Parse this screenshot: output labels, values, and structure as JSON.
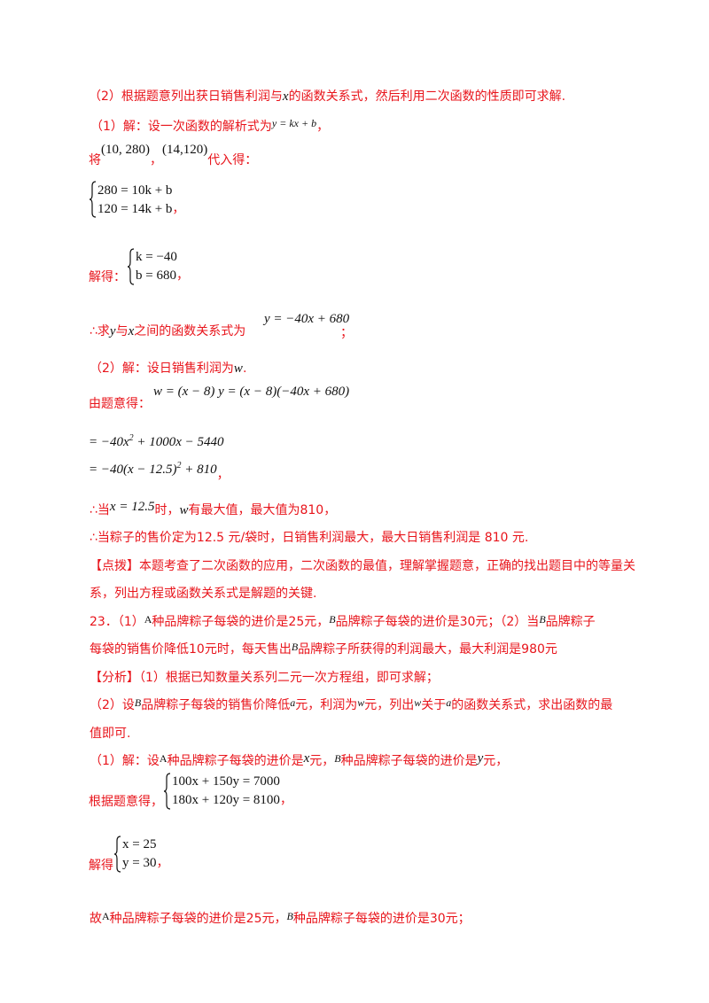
{
  "lines": {
    "l1": "（2）根据题意列出获日销售利润与",
    "l1_var": "x",
    "l1_b": "的函数关系式，然后利用二次函数的性质即可求解.",
    "l2": "（1）解：设一次函数的解析式为",
    "l2_math": "y = kx + b",
    "l2_end": "，",
    "l3_a": "将",
    "l3_p1": "(10, 280)",
    "l3_sep": "，",
    "l3_p2": "(14,120)",
    "l3_b": "代入得：",
    "sys1_e1": "280 = 10k + b",
    "sys1_e2": "120 = 14k + b",
    "sys1_end": "，",
    "l5_a": "解得：",
    "sys2_e1": "k = −40",
    "sys2_e2": "b = 680",
    "sys2_end": "，",
    "l6_a": "∴求",
    "l6_y": "y",
    "l6_b": "与",
    "l6_x": "x",
    "l6_c": "之间的函数关系式为",
    "l6_math": "y = −40x + 680",
    "l6_end": "；",
    "l7_a": "（2）解：设日销售利润为",
    "l7_w": "w",
    "l7_b": ".",
    "l8_a": "由题意得：",
    "l8_math": "w = (x − 8) y = (x − 8)(−40x + 680)",
    "l9_math": "= −40x",
    "l9_exp": "2",
    "l9_rest": " + 1000x − 5440",
    "l10_math": "= −40(x − 12.5)",
    "l10_exp": "2",
    "l10_rest": " + 810",
    "l10_end": "，",
    "l11_a": "∴当",
    "l11_math": "x = 12.5",
    "l11_b": "时，",
    "l11_w": "w",
    "l11_c": "有最大值，最大值为810，",
    "l12": "∴当粽子的售价定为12.5 元/袋时，日销售利润最大，最大日销售利润是 810 元.",
    "l13": "【点拨】本题考查了二次函数的应用，二次函数的最值，理解掌握题意，正确的找出题目中的等量关",
    "l14": "系，列出方程或函数关系式是解题的关键.",
    "l15_a": "23．（1）",
    "l15_A": "A",
    "l15_b": "种品牌粽子每袋的进价是25元，",
    "l15_B": "B",
    "l15_c": "品牌粽子每袋的进价是30元；（2）当",
    "l15_B2": "B",
    "l15_d": "品牌粽子",
    "l16_a": "每袋的销售价降低10元时，每天售出",
    "l16_B": "B",
    "l16_b": "品牌粽子所获得的利润最大，最大利润是980元",
    "l17": "【分析】（1）根据已知数量关系列二元一次方程组，即可求解；",
    "l18_a": "（2）设",
    "l18_B": "B",
    "l18_b": "品牌粽子每袋的销售价降低",
    "l18_a2": "a",
    "l18_c": "元，利润为",
    "l18_w": "w",
    "l18_d": "元，列出",
    "l18_w2": "w",
    "l18_e": "关于",
    "l18_a3": "a",
    "l18_f": "的函数关系式，求出函数的最",
    "l19": "值即可.",
    "l20_a": "（1）解：设",
    "l20_A": "A",
    "l20_b": "种品牌粽子每袋的进价是",
    "l20_x": "x",
    "l20_c": "元，",
    "l20_B": "B",
    "l20_d": "种品牌粽子每袋的进价是",
    "l20_y": "y",
    "l20_e": "元，",
    "l21_a": "根据题意得，",
    "sys3_e1": "100x + 150y = 7000",
    "sys3_e2": "180x + 120y = 8100",
    "sys3_end": "，",
    "l22_a": "解得",
    "sys4_e1": "x = 25",
    "sys4_e2": "y = 30",
    "sys4_end": "，",
    "l23_a": "故",
    "l23_A": "A",
    "l23_b": "种品牌粽子每袋的进价是25元，",
    "l23_B": "B",
    "l23_c": "种品牌粽子每袋的进价是30元；"
  }
}
